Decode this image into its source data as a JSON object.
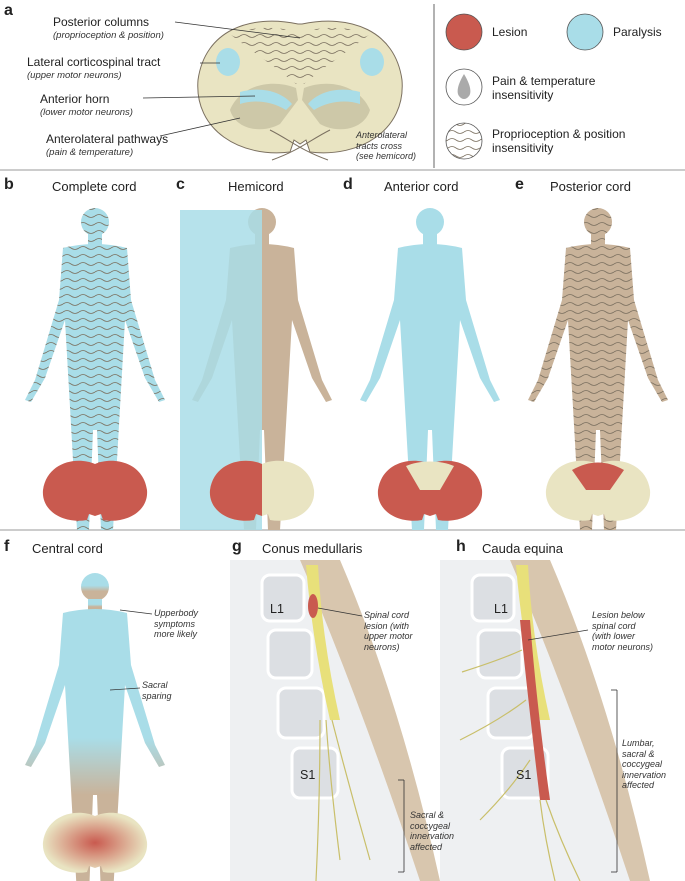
{
  "panel_a": {
    "letter": "a",
    "labels": [
      {
        "main": "Posterior columns",
        "sub": "(proprioception & position)"
      },
      {
        "main": "Lateral corticospinal tract",
        "sub": "(upper motor neurons)"
      },
      {
        "main": "Anterior horn",
        "sub": "(lower motor neurons)"
      },
      {
        "main": "Anterolateral pathways",
        "sub": "(pain & temperature)"
      }
    ],
    "cross_note": [
      "Anterolateral",
      "tracts cross",
      "(see hemicord)"
    ]
  },
  "legend": {
    "lesion": "Lesion",
    "paralysis": "Paralysis",
    "pain": [
      "Pain & temperature",
      "insensitivity"
    ],
    "proprio": [
      "Proprioception & position",
      "insensitivity"
    ]
  },
  "row_b": [
    {
      "letter": "b",
      "title": "Complete cord"
    },
    {
      "letter": "c",
      "title": "Hemicord"
    },
    {
      "letter": "d",
      "title": "Anterior cord"
    },
    {
      "letter": "e",
      "title": "Posterior cord"
    }
  ],
  "panel_f": {
    "letter": "f",
    "title": "Central cord",
    "note1": [
      "Upperbody",
      "symptoms",
      "more likely"
    ],
    "note2": [
      "Sacral",
      "sparing"
    ]
  },
  "panel_g": {
    "letter": "g",
    "title": "Conus medullaris",
    "l1": "L1",
    "s1": "S1",
    "note1": [
      "Spinal cord",
      "lesion (with",
      "upper motor",
      "neurons)"
    ],
    "note2": [
      "Sacral &",
      "coccygeal",
      "innervation",
      "affected"
    ]
  },
  "panel_h": {
    "letter": "h",
    "title": "Cauda equina",
    "l1": "L1",
    "s1": "S1",
    "note1": [
      "Lesion below",
      "spinal cord",
      "(with lower",
      "motor neurons)"
    ],
    "note2": [
      "Lumbar,",
      "sacral &",
      "coccygeal",
      "innervation",
      "affected"
    ]
  },
  "colors": {
    "lesion": "#c95a4f",
    "paralysis": "#a9dde8",
    "skin": "#c9b39a",
    "cord": "#e9e4c2",
    "grey_matter": "#cdc8a8",
    "bone": "#dcdfe3"
  }
}
